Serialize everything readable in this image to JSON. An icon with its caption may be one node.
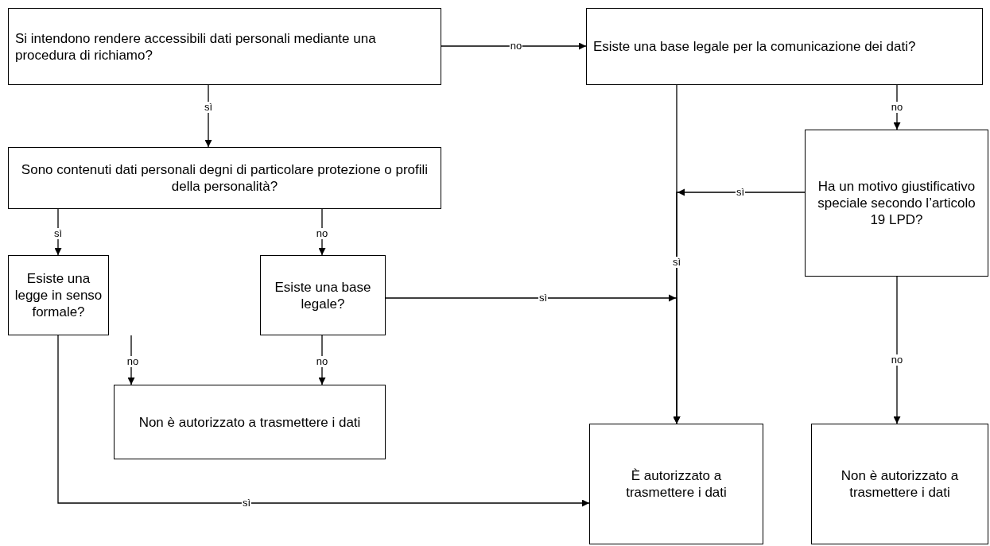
{
  "diagram": {
    "nodes": [
      {
        "text": [
          "Si intendono rendere accessibili dati personali mediante una procedura di richiamo?"
        ]
      },
      {
        "text": [
          "Esiste una base legale per la comunicazione dei dati?"
        ]
      },
      {
        "text": [
          "Sono contenuti dati personali degni di particolare protezione o profili della personalità?"
        ]
      },
      {
        "text": [
          "Esiste una legge in senso formale?"
        ]
      },
      {
        "text": [
          "Esiste una base legale?"
        ]
      },
      {
        "text": [
          "Ha un motivo giustificativo speciale secondo l’articolo 19 LPD?"
        ]
      },
      {
        "text": [
          "Non è autorizzato a trasmettere i dati"
        ]
      },
      {
        "text": [
          "È autorizzato a trasmettere i dati"
        ]
      },
      {
        "text": [
          "Non è autorizzato a trasmettere i dati"
        ]
      }
    ],
    "edges": [
      {
        "from": 0,
        "to": 1,
        "arrow": "to",
        "label": "no"
      },
      {
        "from": 0,
        "to": 2,
        "arrow": "to",
        "label": "sì"
      },
      {
        "from": 2,
        "to": 3,
        "arrow": "to",
        "label": "sì"
      },
      {
        "from": 2,
        "to": 4,
        "arrow": "to",
        "label": "no"
      },
      {
        "from": 1,
        "to": 7,
        "arrow": "to",
        "label": "sì"
      },
      {
        "from": 1,
        "to": 5,
        "arrow": "to",
        "label": "no"
      },
      {
        "from": 5,
        "to": 7,
        "arrow": "to",
        "label": "sì"
      },
      {
        "from": 4,
        "to": 7,
        "arrow": "to",
        "label": "sì"
      },
      {
        "from": 3,
        "to": 6,
        "arrow": "to",
        "label": "no"
      },
      {
        "from": 4,
        "to": 6,
        "arrow": "to",
        "label": "no"
      },
      {
        "from": 3,
        "to": 7,
        "arrow": "to",
        "label": "sì"
      },
      {
        "from": 5,
        "to": 8,
        "arrow": "to",
        "label": "no"
      }
    ]
  }
}
